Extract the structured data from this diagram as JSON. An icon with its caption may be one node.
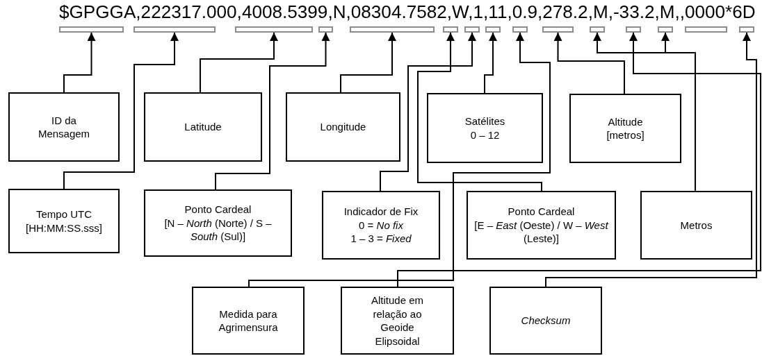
{
  "diagram": {
    "nodes": [
      {
        "text": [],
        "shape": "bar"
      },
      {
        "text": [],
        "shape": "bar"
      },
      {
        "text": [],
        "shape": "bar"
      },
      {
        "text": [],
        "shape": "bar"
      },
      {
        "text": [],
        "shape": "bar"
      },
      {
        "text": [],
        "shape": "bar"
      },
      {
        "text": [],
        "shape": "bar"
      },
      {
        "text": [],
        "shape": "bar"
      },
      {
        "text": [],
        "shape": "bar"
      },
      {
        "text": [],
        "shape": "bar"
      },
      {
        "text": [],
        "shape": "bar"
      },
      {
        "text": [],
        "shape": "bar"
      },
      {
        "text": [],
        "shape": "bar"
      },
      {
        "text": [],
        "shape": "bar"
      },
      {
        "text": [],
        "shape": "bar"
      },
      {
        "text": [
          "ID da Mensagem"
        ]
      },
      {
        "text": [
          "Latitude"
        ]
      },
      {
        "text": [
          "Longitude"
        ]
      },
      {
        "text": [
          "Satélites",
          "0 – 12"
        ]
      },
      {
        "text": [
          "Altitude",
          "[metros]"
        ]
      },
      {
        "text": [
          "Tempo UTC",
          "[HH:MM:SS.sss]"
        ]
      },
      {
        "text": [
          "Ponto Cardeal",
          "[N – *North* (Norte) / S – *South* (Sul)]"
        ]
      },
      {
        "text": [
          "Indicador de Fix",
          "0 = *No fix*",
          "1 – 3 = *Fixed*"
        ]
      },
      {
        "text": [
          "Ponto Cardeal",
          "[E – *East* (Oeste) / W – *West* (Leste)]"
        ]
      },
      {
        "text": [
          "Metros"
        ]
      },
      {
        "text": [
          "Medida para Agrimensura"
        ]
      },
      {
        "text": [
          "Altitude em relação ao Geoide Elipsoidal"
        ]
      },
      {
        "text": [
          "Checksum"
        ]
      }
    ],
    "edges": [
      {
        "from": 15,
        "to": 0,
        "arrow": "to"
      },
      {
        "from": 20,
        "to": 1,
        "arrow": "to"
      },
      {
        "from": 16,
        "to": 2,
        "arrow": "to"
      },
      {
        "from": 21,
        "to": 3,
        "arrow": "to"
      },
      {
        "from": 17,
        "to": 4,
        "arrow": "to"
      },
      {
        "from": 23,
        "to": 5,
        "arrow": "to"
      },
      {
        "from": 22,
        "to": 6,
        "arrow": "to"
      },
      {
        "from": 18,
        "to": 7,
        "arrow": "to"
      },
      {
        "from": 25,
        "to": 8,
        "arrow": "to"
      },
      {
        "from": 19,
        "to": 9,
        "arrow": "to"
      },
      {
        "from": 24,
        "to": 10,
        "arrow": "to"
      },
      {
        "from": 26,
        "to": 11,
        "arrow": "to"
      },
      {
        "from": 24,
        "to": 12,
        "arrow": "to"
      },
      {
        "from": 27,
        "to": 14,
        "arrow": "to"
      }
    ],
    "labels": [
      "$GPGGA,222317.000,4008.5399,N,08304.7582,W,1,11,0.9,278.2,M,-33.2,M,,0000*6D"
    ]
  }
}
